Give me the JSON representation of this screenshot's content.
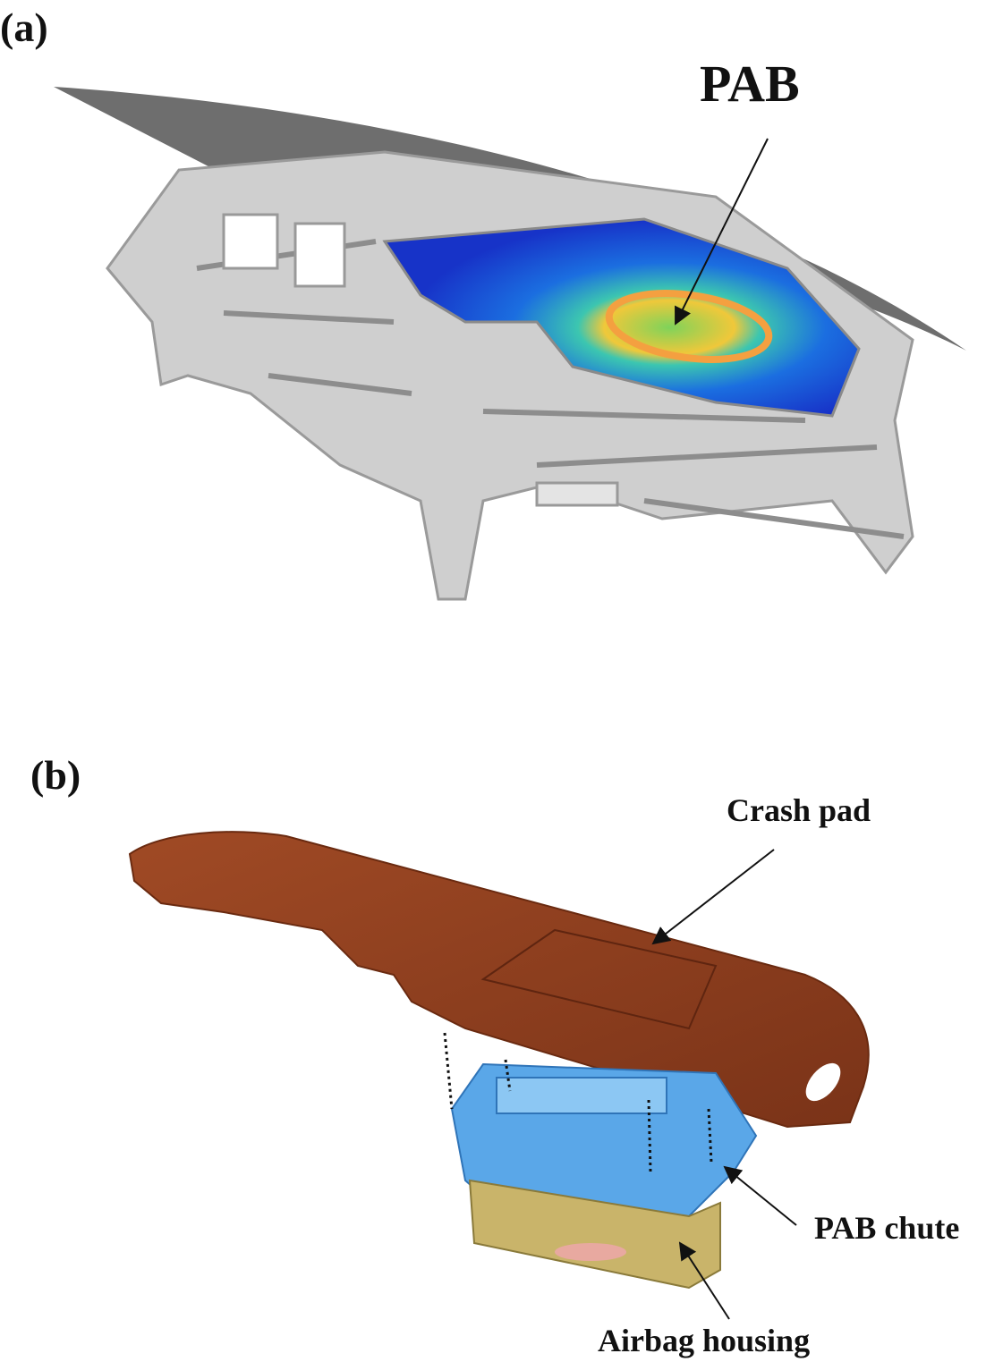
{
  "panels": {
    "a": {
      "label": "(a)",
      "callout": "PAB"
    },
    "b": {
      "label": "(b)",
      "callouts": {
        "crash_pad": "Crash pad",
        "chute": "PAB chute",
        "housing": "Airbag housing"
      }
    }
  },
  "colors": {
    "frame": "#c9c9c9",
    "crash_pad": "#8b3a1c",
    "chute": "#5aa7e8",
    "housing": "#c9b46a",
    "heat_low": "#1a3fd0",
    "heat_mid": "#2fc7a0",
    "heat_high": "#f2c437"
  }
}
